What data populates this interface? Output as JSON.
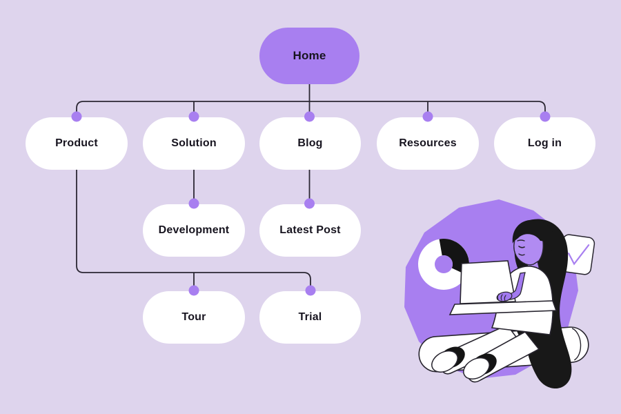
{
  "palette": {
    "background": "#ded4ed",
    "accent_purple": "#a87ff0",
    "connector_line": "#2b2733",
    "node_fill": "#ffffff",
    "node_text": "#17141f",
    "skin_purple": "#b18bf2",
    "arm_purple": "#a27af0",
    "hair_black": "#181818",
    "check_purple": "#a87ff0"
  },
  "diagram": {
    "type": "sitemap-flowchart",
    "root": {
      "label": "Home"
    },
    "children": [
      {
        "label": "Product",
        "children": [
          {
            "label": "Tour"
          },
          {
            "label": "Trial"
          }
        ]
      },
      {
        "label": "Solution",
        "children": [
          {
            "label": "Development"
          }
        ]
      },
      {
        "label": "Blog",
        "children": [
          {
            "label": "Latest Post"
          }
        ]
      },
      {
        "label": "Resources",
        "children": []
      },
      {
        "label": "Log in",
        "children": []
      }
    ]
  },
  "illustration": {
    "description": "Woman with long dark hair sitting on a white bolster cushion typing on a laptop, in front of a purple blob with a donut chart and a checkmark card",
    "elements": [
      "purple-blob",
      "donut-chart",
      "check-card",
      "bolster-cushion",
      "woman-with-laptop"
    ]
  }
}
